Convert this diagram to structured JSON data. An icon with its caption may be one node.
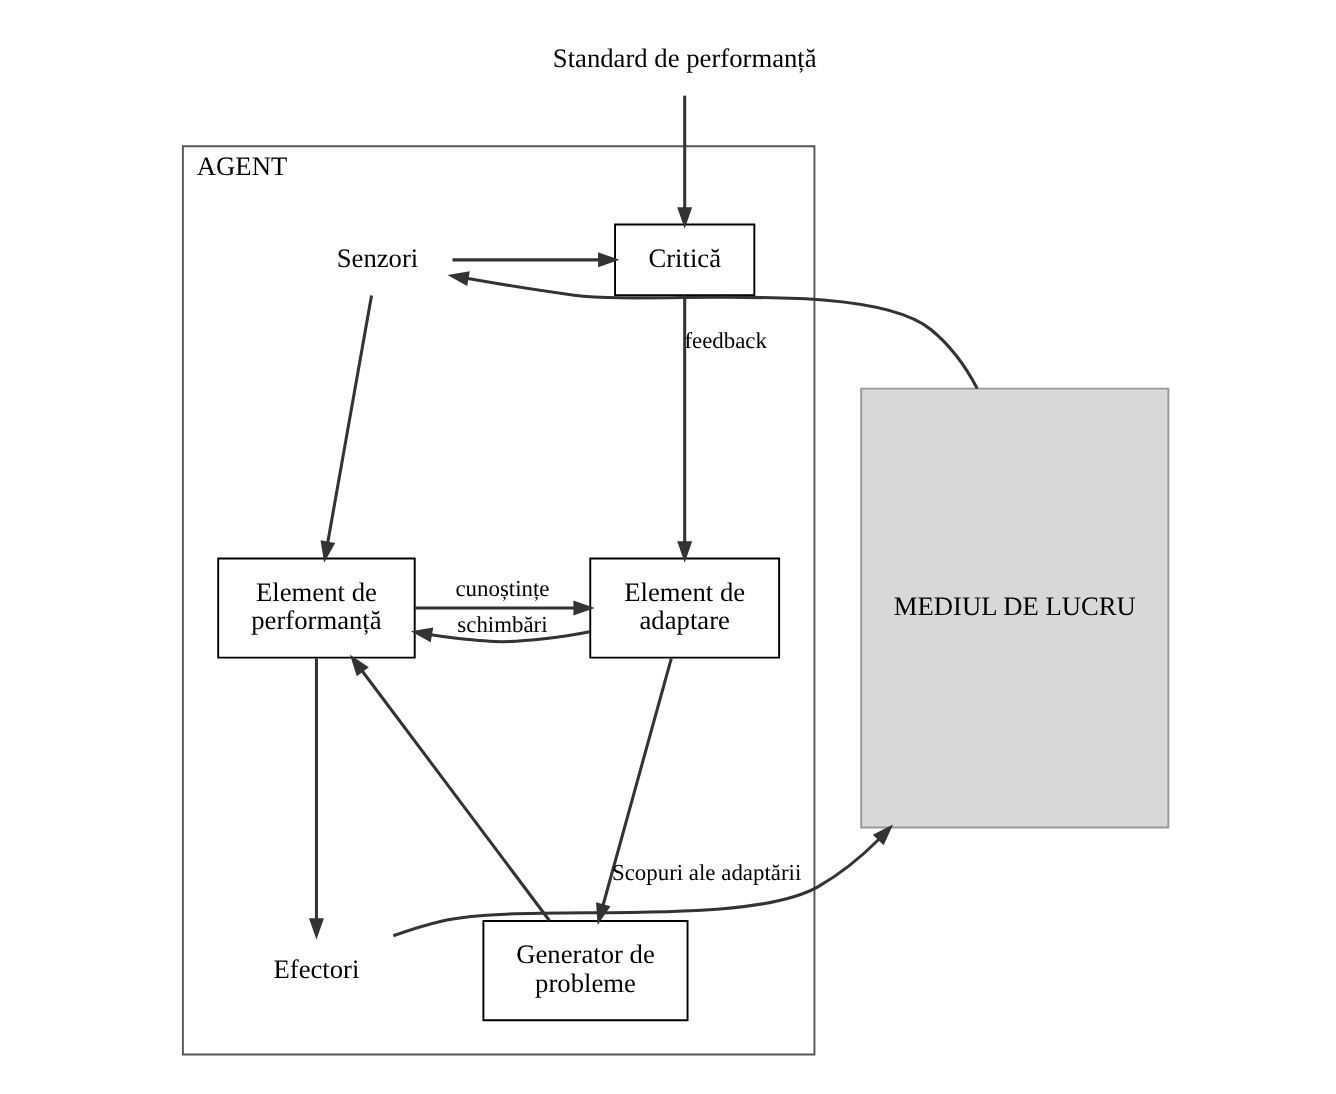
{
  "diagram": {
    "nodes": [
      {
        "text": [
          "Standard de performanță"
        ]
      },
      {
        "text": [
          "AGENT"
        ]
      },
      {
        "text": [
          "Critică"
        ],
        "in": 1
      },
      {
        "text": [
          "Senzori"
        ],
        "in": 1
      },
      {
        "text": [
          "Element de adaptare"
        ],
        "in": 1
      },
      {
        "text": [
          "Element de performanță"
        ],
        "in": 1
      },
      {
        "text": [
          "Generator de probleme"
        ],
        "in": 1
      },
      {
        "text": [
          "Efectori"
        ],
        "in": 1
      },
      {
        "text": [
          "MEDIUL DE LUCRU"
        ]
      }
    ],
    "edges": [
      {
        "from": 0,
        "to": 2,
        "arrow": "to"
      },
      {
        "from": 3,
        "to": 2,
        "arrow": "to"
      },
      {
        "from": 8,
        "to": 3,
        "arrow": "to"
      },
      {
        "from": 2,
        "to": 4,
        "arrow": "to",
        "label": "feedback"
      },
      {
        "from": 3,
        "to": 5,
        "arrow": "to"
      },
      {
        "from": 4,
        "to": 5,
        "arrow": "to",
        "label": "schimbări"
      },
      {
        "from": 5,
        "to": 4,
        "arrow": "to",
        "label": "cunoștințe"
      },
      {
        "from": 4,
        "to": 6,
        "arrow": "to",
        "label": "Scopuri ale adaptării"
      },
      {
        "from": 6,
        "to": 5,
        "arrow": "to"
      },
      {
        "from": 5,
        "to": 7,
        "arrow": "to"
      },
      {
        "from": 7,
        "to": 8,
        "arrow": "to"
      }
    ]
  }
}
